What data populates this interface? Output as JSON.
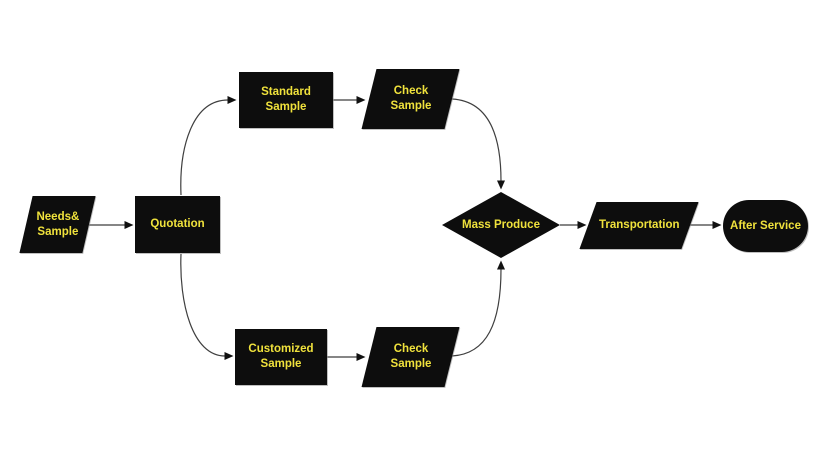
{
  "diagram": {
    "type": "flowchart",
    "nodes": {
      "needs_sample": {
        "label": "Needs& Sample",
        "shape": "parallelogram"
      },
      "quotation": {
        "label": "Quotation",
        "shape": "rectangle"
      },
      "standard_sample": {
        "label": "Standard Sample",
        "shape": "rectangle"
      },
      "check_sample_top": {
        "label": "Check Sample",
        "shape": "parallelogram"
      },
      "customized_sample": {
        "label": "Customized Sample",
        "shape": "rectangle"
      },
      "check_sample_bottom": {
        "label": "Check Sample",
        "shape": "parallelogram"
      },
      "mass_produce": {
        "label": "Mass Produce",
        "shape": "diamond"
      },
      "transportation": {
        "label": "Transportation",
        "shape": "parallelogram"
      },
      "after_service": {
        "label": "After Service",
        "shape": "terminator"
      }
    },
    "edges": [
      {
        "from": "needs_sample",
        "to": "quotation"
      },
      {
        "from": "quotation",
        "to": "standard_sample"
      },
      {
        "from": "quotation",
        "to": "customized_sample"
      },
      {
        "from": "standard_sample",
        "to": "check_sample_top"
      },
      {
        "from": "customized_sample",
        "to": "check_sample_bottom"
      },
      {
        "from": "check_sample_top",
        "to": "mass_produce"
      },
      {
        "from": "check_sample_bottom",
        "to": "mass_produce"
      },
      {
        "from": "mass_produce",
        "to": "transportation"
      },
      {
        "from": "transportation",
        "to": "after_service"
      }
    ],
    "colors": {
      "node_fill": "#0d0d0d",
      "node_text": "#f0e23c",
      "connector": "#3f3f3f",
      "arrowhead": "#111111",
      "background": "#ffffff"
    }
  }
}
